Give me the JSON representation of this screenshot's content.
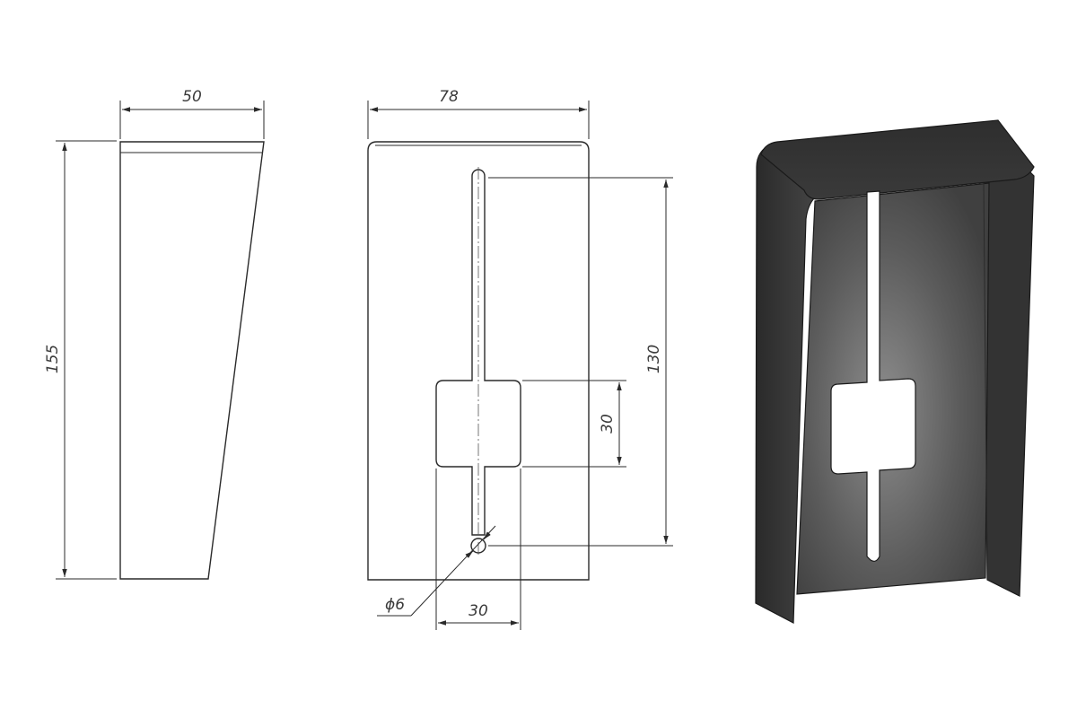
{
  "side_view": {
    "width_label": "50",
    "height_label": "155"
  },
  "front_view": {
    "width_label": "78",
    "slot_length_label": "130",
    "window_height_label": "30",
    "window_width_label": "30",
    "hole_diameter_label": "ϕ6"
  },
  "iso_view": {
    "body_color": "#3c3c3c",
    "face_color": "#5a5a5a",
    "edge_color": "#1a1a1a"
  }
}
